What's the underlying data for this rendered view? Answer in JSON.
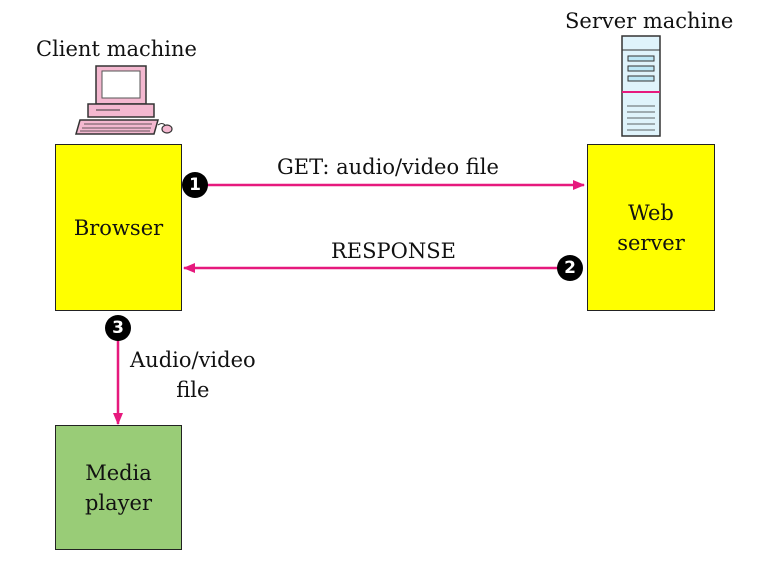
{
  "colors": {
    "arrow": "#e6197d",
    "browser_fill": "#ffff00",
    "player_fill": "#99cc77"
  },
  "client": {
    "title": "Client machine",
    "icon": "desktop-computer-icon"
  },
  "server": {
    "title": "Server machine",
    "icon": "server-tower-icon"
  },
  "browser": {
    "label": "Browser"
  },
  "web_server": {
    "label": "Web\nserver"
  },
  "media_player": {
    "label": "Media\nplayer"
  },
  "steps": [
    {
      "number": "1",
      "label": "GET: audio/video file"
    },
    {
      "number": "2",
      "label": "RESPONSE"
    },
    {
      "number": "3",
      "label": "Audio/video\nfile"
    }
  ]
}
